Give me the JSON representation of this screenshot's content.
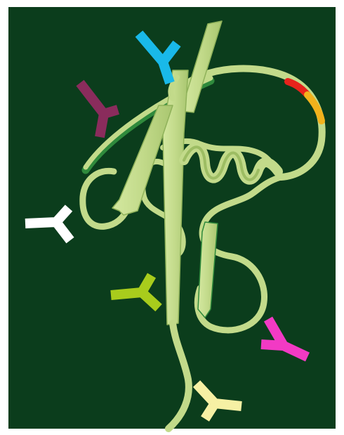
{
  "figure": {
    "background": "#0b3d1c",
    "frame": "#ffffff",
    "protein": {
      "ribbon_color": "#c2da8a",
      "ribbon_shade": "#9dbd63",
      "edge_color": "#2f8a3c",
      "highlight_colors": [
        "#e8231c",
        "#f2b21c"
      ]
    },
    "antibodies": [
      {
        "name": "cyan-antibody",
        "color": "#19b9e9"
      },
      {
        "name": "purple-antibody",
        "color": "#8a2c5c"
      },
      {
        "name": "white-antibody",
        "color": "#ffffff"
      },
      {
        "name": "lime-antibody",
        "color": "#a8cc1c"
      },
      {
        "name": "magenta-antibody",
        "color": "#f23ac4"
      },
      {
        "name": "yellow-antibody",
        "color": "#f6f0a4"
      }
    ]
  }
}
